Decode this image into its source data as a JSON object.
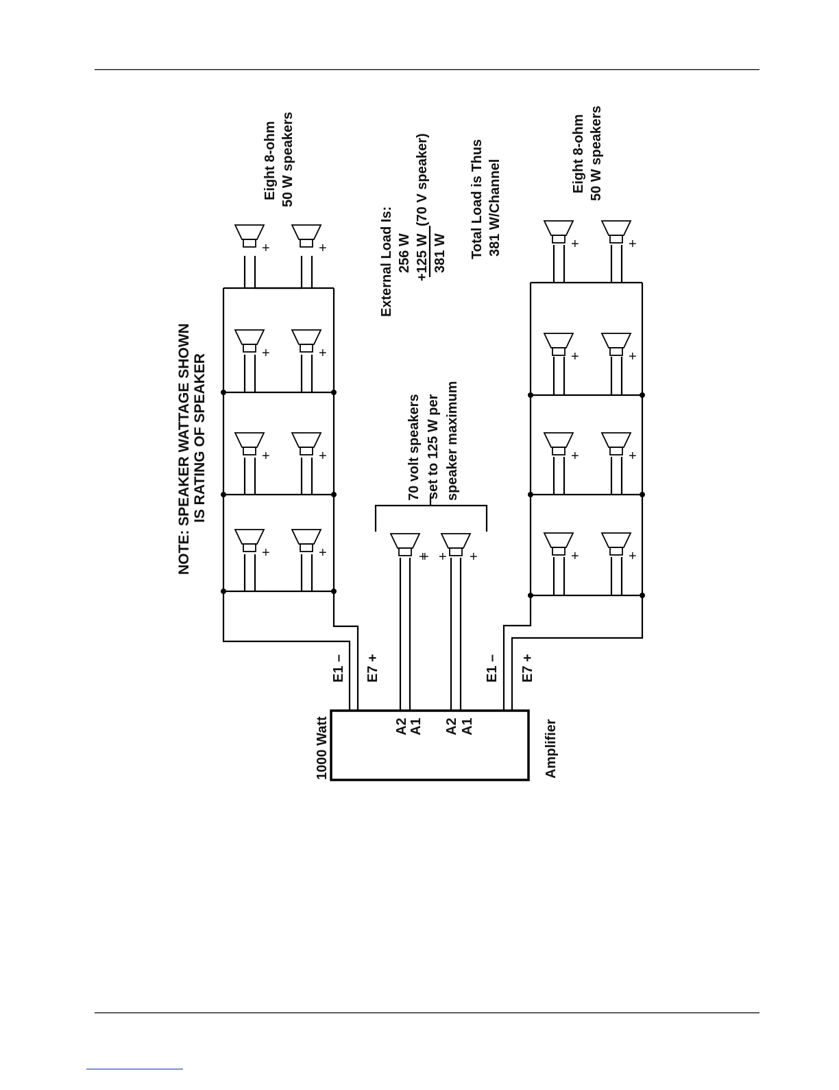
{
  "note": {
    "line1": "NOTE:  SPEAKER WATTAGE SHOWN",
    "line2": "IS RATING OF SPEAKER"
  },
  "left_group": {
    "line1": "Eight 8-ohm",
    "line2": "50 W speakers"
  },
  "right_group": {
    "line1": "Eight 8-ohm",
    "line2": "50 W speakers"
  },
  "center_group": {
    "line1": "70 volt speakers",
    "line2": "set to 125 W per",
    "line3": "speaker maximum"
  },
  "external_load": {
    "title": "External Load Is:",
    "line1": "256 W",
    "line2_value": "+125 W",
    "line2_note": "(70 V speaker)",
    "total": "381 W"
  },
  "total_load": {
    "line1": "Total Load is Thus",
    "line2": "381 W/Channel"
  },
  "amplifier": {
    "label_left": "1000 Watt",
    "label_right": "Amplifier"
  },
  "terminals": {
    "e1": "E1 –",
    "e7": "E7 +",
    "a2": "A2",
    "a1": "A1"
  },
  "polarity_mark": "+"
}
